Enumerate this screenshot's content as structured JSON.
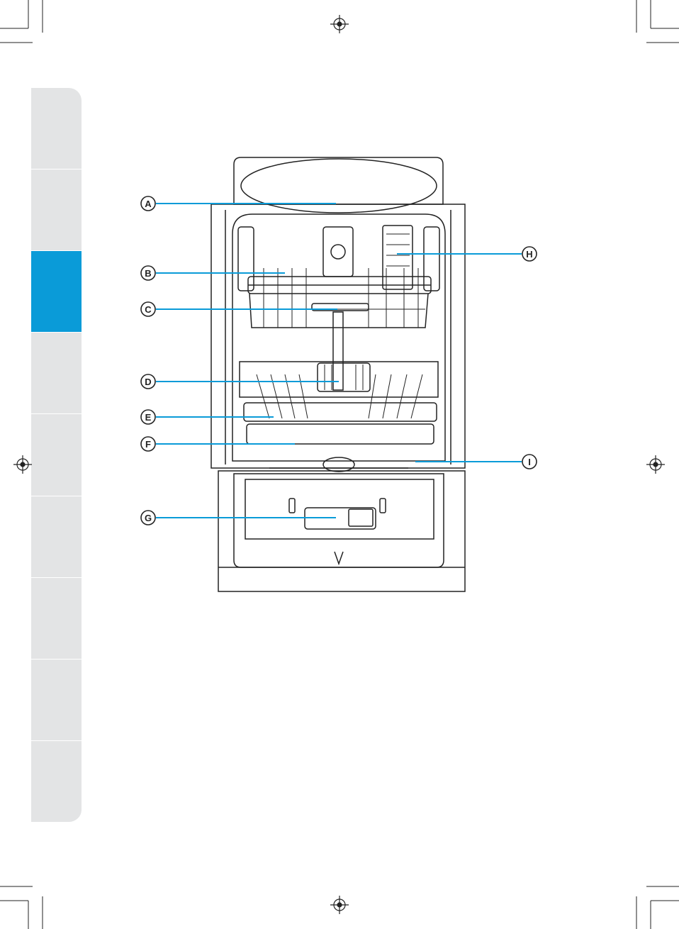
{
  "side_tabs": {
    "count": 9,
    "active_index": 2,
    "active_color": "#0a9bd8",
    "inactive_color": "#e3e4e5"
  },
  "accent_color": "#0a9bd8",
  "callouts": [
    {
      "id": "A",
      "label": "A"
    },
    {
      "id": "B",
      "label": "B"
    },
    {
      "id": "C",
      "label": "C"
    },
    {
      "id": "D",
      "label": "D"
    },
    {
      "id": "E",
      "label": "E"
    },
    {
      "id": "F",
      "label": "F"
    },
    {
      "id": "G",
      "label": "G"
    },
    {
      "id": "H",
      "label": "H"
    },
    {
      "id": "I",
      "label": "I"
    }
  ],
  "registration_marks": [
    "registration-mark-top",
    "registration-mark-left",
    "registration-mark-right",
    "registration-mark-bottom"
  ]
}
